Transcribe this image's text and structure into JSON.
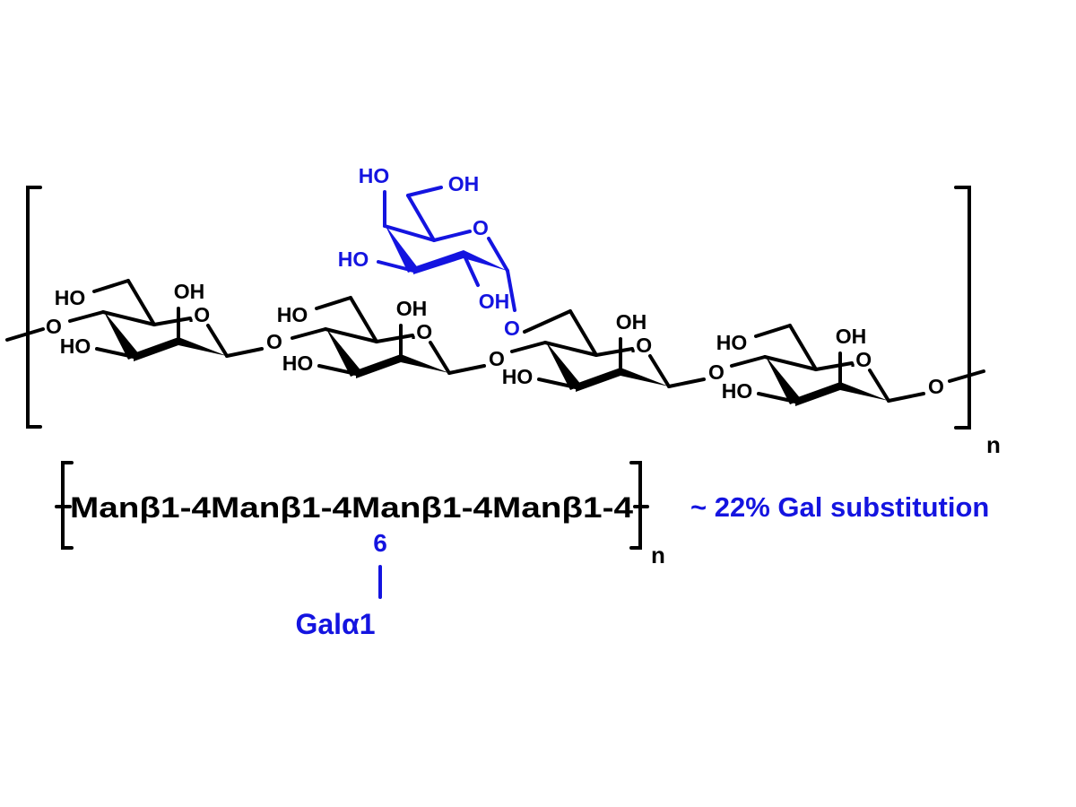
{
  "colors": {
    "main": "#000000",
    "galactose": "#1414e0"
  },
  "structure": {
    "repeat_label": "n",
    "mannose_units": [
      {
        "c6_label": "HO",
        "c2_label": "OH",
        "ring_o": ".O",
        "c3_label": "HO",
        "o4_label": "O",
        "o1_label": "O"
      },
      {
        "c6_label": "HO",
        "c2_label": "OH",
        "ring_o": ".O",
        "c3_label": "HO",
        "o1_label": "O"
      },
      {
        "c6_label": "O",
        "c2_label": "OH",
        "ring_o": ".O",
        "c3_label": "HO",
        "o1_label": "O"
      },
      {
        "c6_label": "HO",
        "c2_label": "OH",
        "ring_o": ".O",
        "c3_label": "HO",
        "o1_label": "O"
      }
    ],
    "galactose": {
      "c4_label": "HO",
      "c6_label": "OH",
      "ring_o": "O",
      "c3_label": "HO",
      "c2_label": "OH"
    }
  },
  "sequence": {
    "text": "Manβ1-4Manβ1-4Manβ1-4Manβ1-4",
    "repeat_label": "n",
    "branch_position": "6",
    "branch_sugar": "Galα1",
    "substitution_note": "~ 22% Gal substitution"
  }
}
